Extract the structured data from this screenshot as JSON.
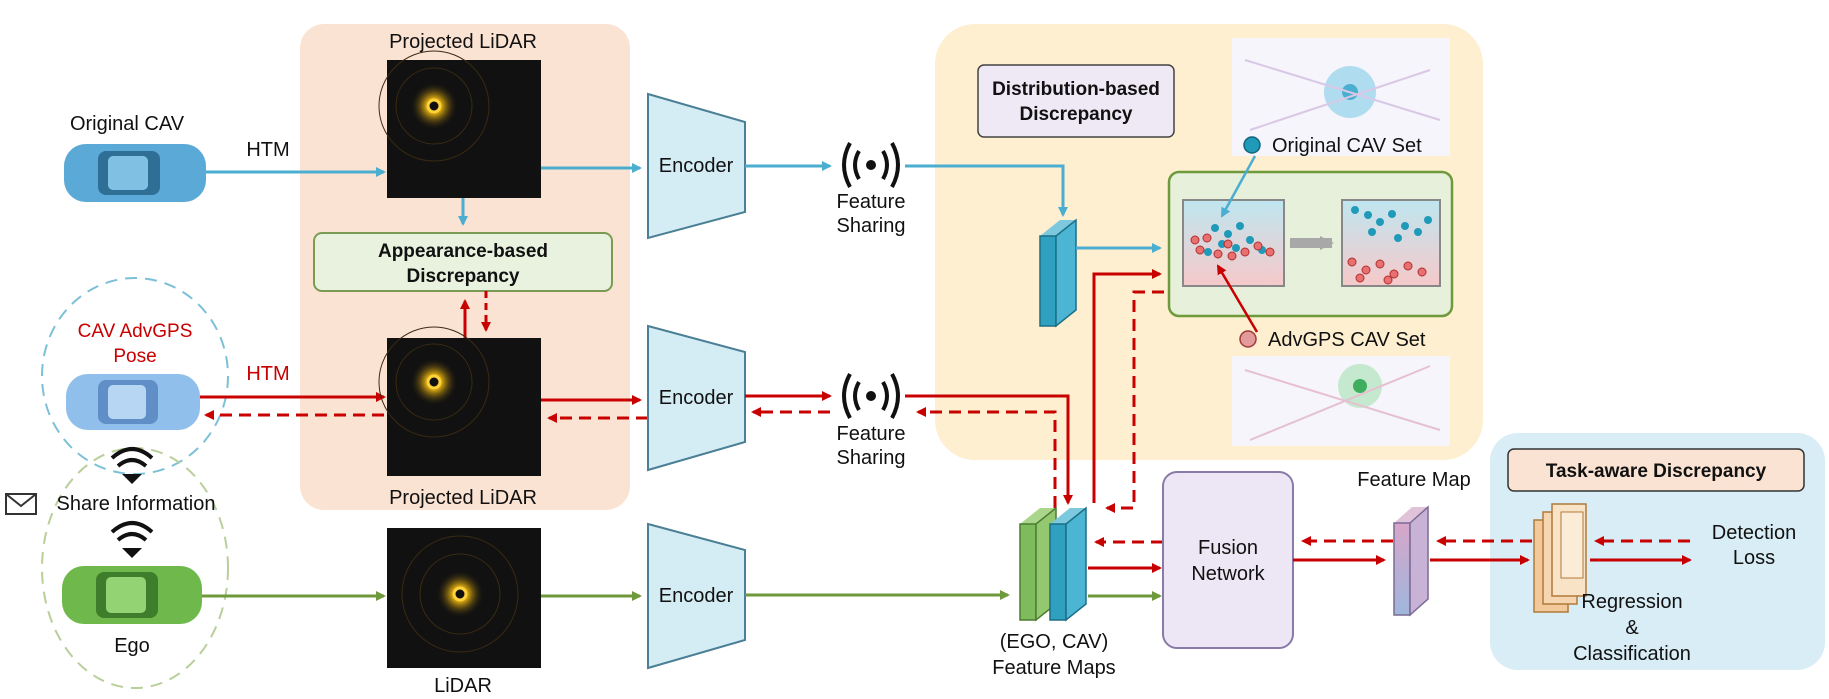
{
  "labels": {
    "original_cav": "Original CAV",
    "htm_top": "HTM",
    "projected_lidar_top": "Projected LiDAR",
    "encoder_top": "Encoder",
    "feature_sharing_top_1": "Feature",
    "feature_sharing_top_2": "Sharing",
    "appearance_1": "Appearance-based",
    "appearance_2": "Discrepancy",
    "cav_advgps_1": "CAV AdvGPS",
    "cav_advgps_2": "Pose",
    "htm_mid": "HTM",
    "encoder_mid": "Encoder",
    "feature_sharing_mid_1": "Feature",
    "feature_sharing_mid_2": "Sharing",
    "projected_lidar_mid": "Projected LiDAR",
    "share_information": "Share Information",
    "ego": "Ego",
    "lidar": "LiDAR",
    "encoder_bottom": "Encoder",
    "distribution_1": "Distribution-based",
    "distribution_2": "Discrepancy",
    "original_cav_set": "Original CAV Set",
    "advgps_cav_set": "AdvGPS CAV Set",
    "feature_maps_1": "(EGO, CAV)",
    "feature_maps_2": "Feature Maps",
    "fusion_1": "Fusion",
    "fusion_2": "Network",
    "feature_map": "Feature Map",
    "task_aware": "Task-aware Discrepancy",
    "detection_1": "Detection",
    "detection_2": "Loss",
    "regression_1": "Regression",
    "regression_2": "&",
    "regression_3": "Classification"
  },
  "colors": {
    "cyan": "#4aaed0",
    "red": "#c80000",
    "green": "#6f9a3c",
    "peach_panel": "#fbe3d3",
    "yellow_panel": "#fdefcf",
    "blue_panel": "#d8edf5"
  },
  "icons": [
    "car-icon",
    "wireless-signal-icon",
    "envelope-icon",
    "point-cloud-image"
  ]
}
